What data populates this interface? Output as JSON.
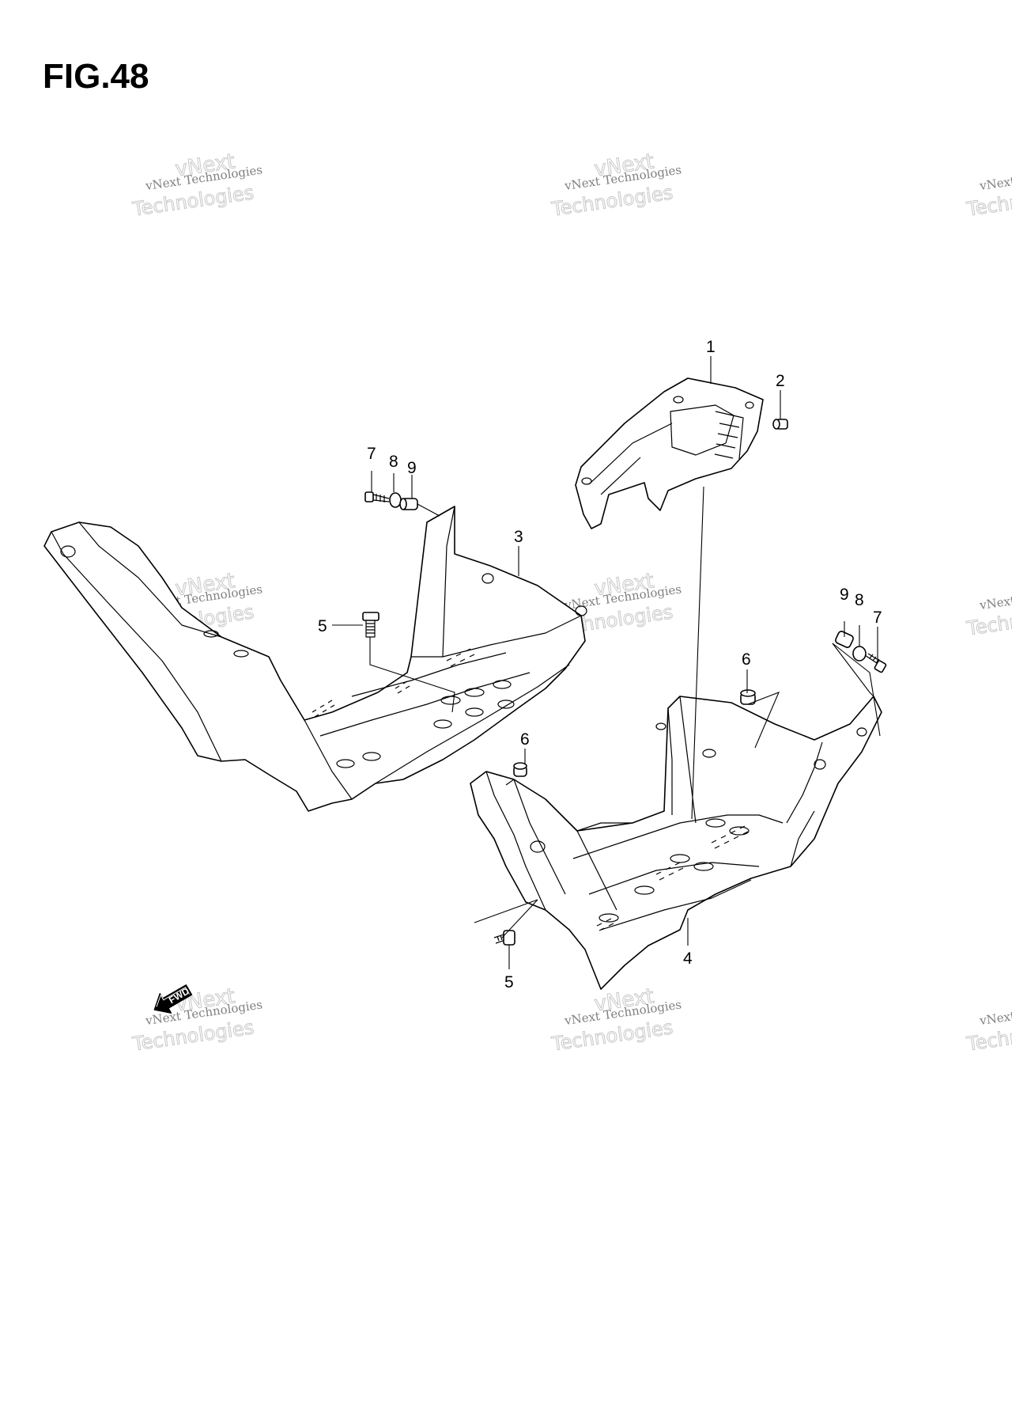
{
  "figure": {
    "title": "FIG.48"
  },
  "callouts": [
    {
      "id": "c1",
      "label": "1"
    },
    {
      "id": "c2",
      "label": "2"
    },
    {
      "id": "c3",
      "label": "3"
    },
    {
      "id": "c4",
      "label": "4"
    },
    {
      "id": "c5a",
      "label": "5"
    },
    {
      "id": "c5b",
      "label": "5"
    },
    {
      "id": "c6a",
      "label": "6"
    },
    {
      "id": "c6b",
      "label": "6"
    },
    {
      "id": "c7a",
      "label": "7"
    },
    {
      "id": "c8a",
      "label": "8"
    },
    {
      "id": "c9a",
      "label": "9"
    },
    {
      "id": "c7b",
      "label": "7"
    },
    {
      "id": "c8b",
      "label": "8"
    },
    {
      "id": "c9b",
      "label": "9"
    }
  ],
  "watermark": {
    "line1": "vNext Technologies",
    "line2": "vNext",
    "line3": "Technologies"
  },
  "fwd_label": "FWD"
}
